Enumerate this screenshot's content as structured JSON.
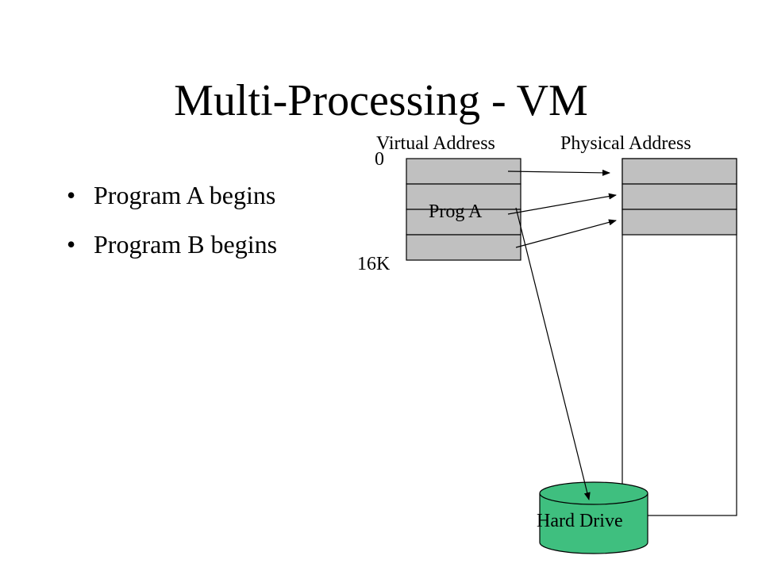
{
  "slide": {
    "title": "Multi-Processing - VM",
    "bullets": [
      "Program A begins",
      "Program B begins"
    ]
  },
  "diagram": {
    "virtual_label": "Virtual Address",
    "physical_label": "Physical Address",
    "addr_start": "0",
    "addr_end": "16K",
    "prog_label": "Prog A",
    "disk_label": "Hard Drive",
    "colors": {
      "page_fill": "#c0c0c0",
      "disk_fill": "#3fbf7f",
      "line": "#000000"
    }
  }
}
